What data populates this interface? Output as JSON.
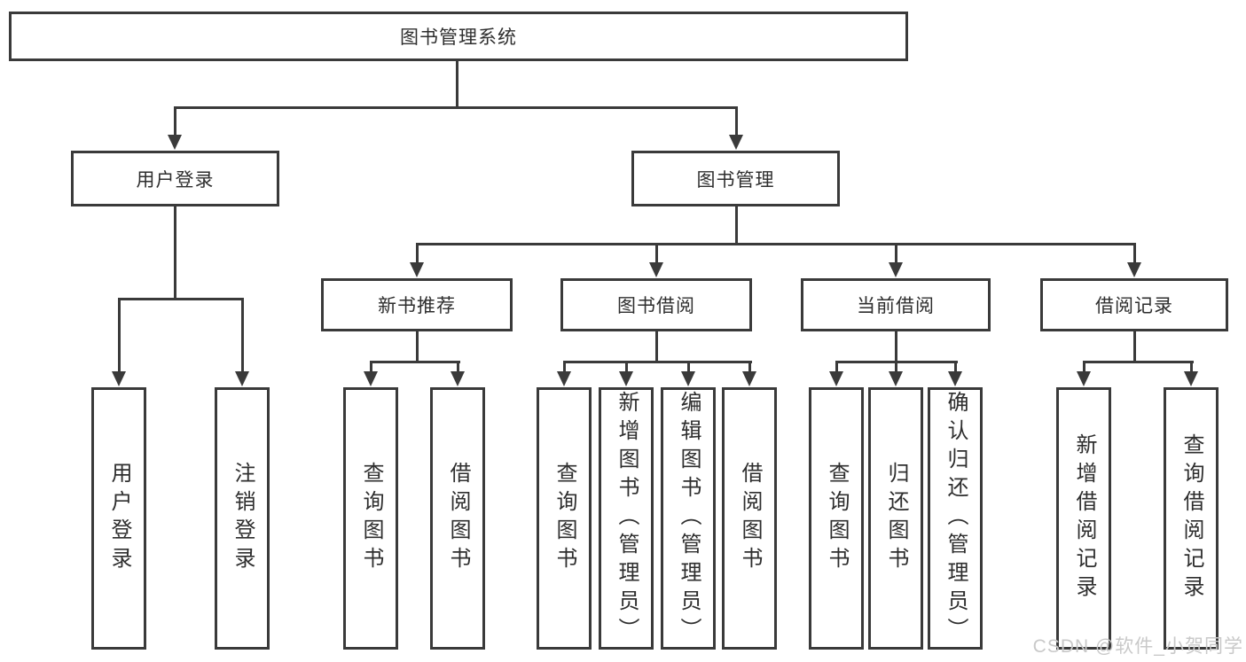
{
  "diagram": {
    "title": "图书管理系统",
    "level2": [
      {
        "id": "user-login",
        "label": "用户登录"
      },
      {
        "id": "book-management",
        "label": "图书管理"
      }
    ],
    "level3": [
      {
        "id": "new-book-recommendation",
        "label": "新书推荐",
        "parent": "图书管理"
      },
      {
        "id": "book-borrowing",
        "label": "图书借阅",
        "parent": "图书管理"
      },
      {
        "id": "current-borrowing",
        "label": "当前借阅",
        "parent": "图书管理"
      },
      {
        "id": "borrowing-records",
        "label": "借阅记录",
        "parent": "图书管理"
      }
    ],
    "leaves": [
      {
        "label": "用户登录",
        "parent": "用户登录"
      },
      {
        "label": "注销登录",
        "parent": "用户登录"
      },
      {
        "label": "查询图书",
        "parent": "新书推荐"
      },
      {
        "label": "借阅图书",
        "parent": "新书推荐"
      },
      {
        "label": "查询图书",
        "parent": "图书借阅"
      },
      {
        "label": "新增图书（管理员）",
        "parent": "图书借阅"
      },
      {
        "label": "编辑图书（管理员）",
        "parent": "图书借阅"
      },
      {
        "label": "借阅图书",
        "parent": "图书借阅"
      },
      {
        "label": "查询图书",
        "parent": "当前借阅"
      },
      {
        "label": "归还图书",
        "parent": "当前借阅"
      },
      {
        "label": "确认归还（管理员）",
        "parent": "当前借阅"
      },
      {
        "label": "新增借阅记录",
        "parent": "借阅记录"
      },
      {
        "label": "查询借阅记录",
        "parent": "借阅记录"
      }
    ]
  },
  "watermark": {
    "text": "CSDN @软件_小贺同学"
  },
  "colors": {
    "line": "#3a3a3a",
    "text": "#2e2e2e",
    "background": "#ffffff",
    "watermark": "#c9c9c9"
  }
}
